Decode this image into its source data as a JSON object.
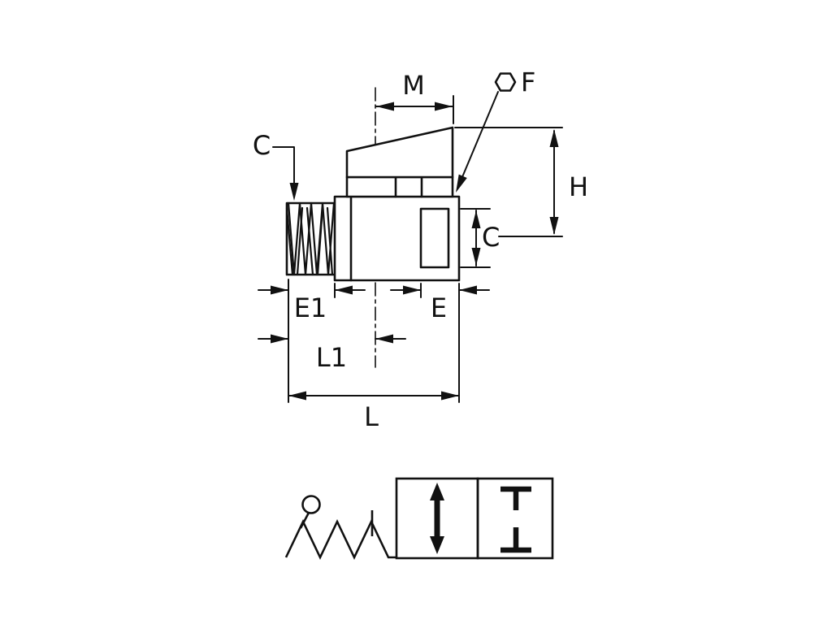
{
  "meta": {
    "background_color": "#ffffff",
    "ink_color": "#111111",
    "drawing_kind": "dimensioned outline drawing of a mini ball valve with pneumatic symbol"
  },
  "labels": {
    "m": "M",
    "f": "F",
    "c_left": "C",
    "h": "H",
    "c_right": "C",
    "e1": "E1",
    "e": "E",
    "l1": "L1",
    "l": "L"
  }
}
